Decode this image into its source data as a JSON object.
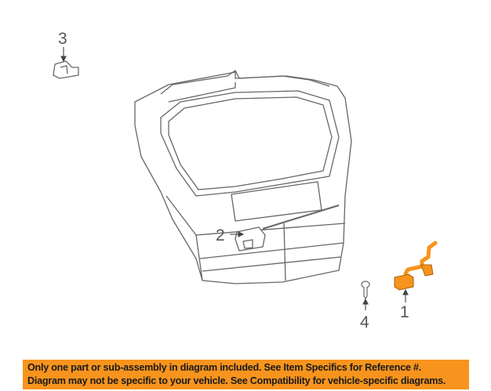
{
  "diagram": {
    "callouts": [
      "1",
      "2",
      "3",
      "4"
    ],
    "highlight_color": "#f7941d",
    "highlighted_part": "1"
  },
  "banner": {
    "line1": "Only one part or sub-assembly in diagram included. See Item Specifics for Reference #.",
    "line2": "Diagram may not be specific to your vehicle. See Compatibility for vehicle-specific diagrams.",
    "color": "#f7941d"
  }
}
